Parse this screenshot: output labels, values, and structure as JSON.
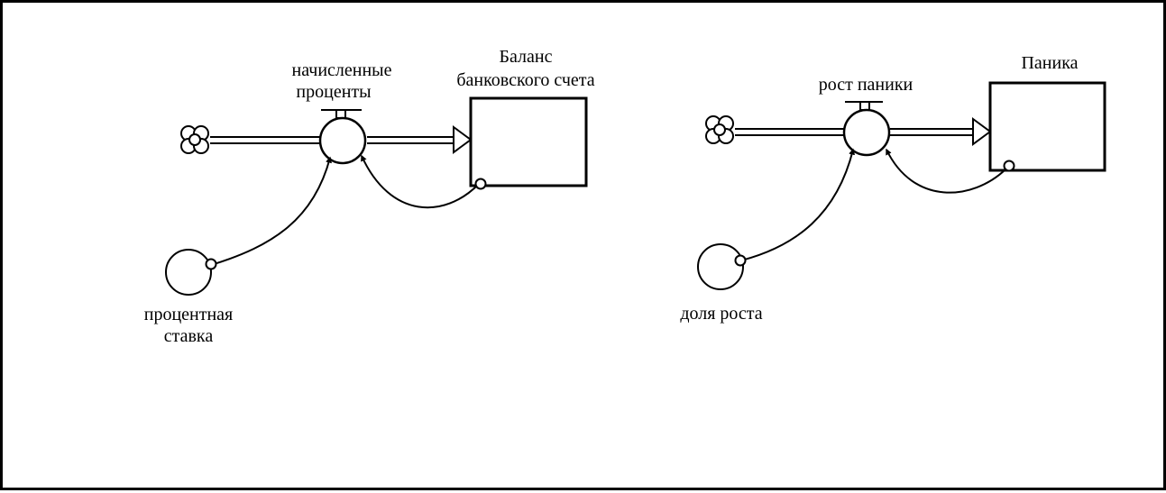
{
  "diagram_left": {
    "flow_label_line1": "начисленные",
    "flow_label_line2": "проценты",
    "stock_label_line1": "Баланс",
    "stock_label_line2": "банковского счета",
    "aux_label_line1": "процентная",
    "aux_label_line2": "ставка"
  },
  "diagram_right": {
    "flow_label": "рост паники",
    "stock_label": "Паника",
    "aux_label": "доля роста"
  },
  "colors": {
    "stroke": "#000000",
    "fill": "#ffffff"
  }
}
